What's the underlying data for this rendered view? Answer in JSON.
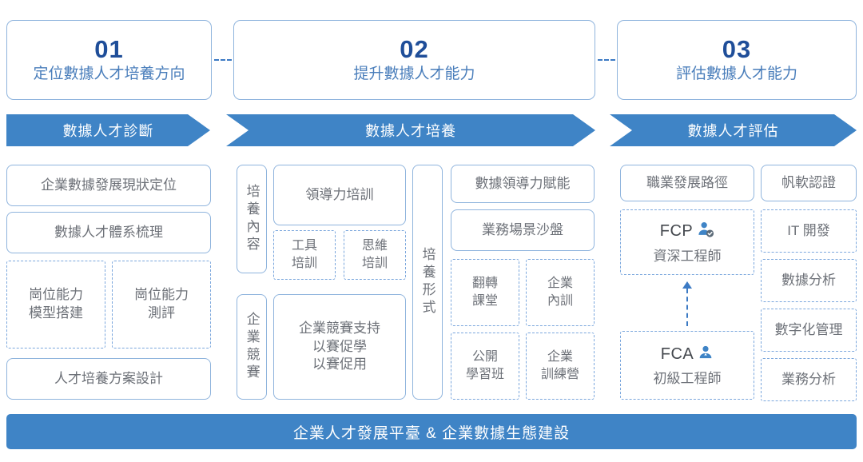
{
  "steps": [
    {
      "number": "01",
      "title": "定位數據人才培養方向"
    },
    {
      "number": "02",
      "title": "提升數據人才能力"
    },
    {
      "number": "03",
      "title": "評估數據人才能力"
    }
  ],
  "banners": [
    {
      "label": "數據人才診斷"
    },
    {
      "label": "數據人才培養"
    },
    {
      "label": "數據人才評估"
    }
  ],
  "column1": {
    "items": [
      {
        "label": "企業數據發展現狀定位"
      },
      {
        "label": "數據人才體系梳理"
      },
      {
        "label": "崗位能力\n模型搭建"
      },
      {
        "label": "崗位能力\n測評"
      },
      {
        "label": "人才培養方案設計"
      }
    ],
    "item1": "企業數據發展現狀定位",
    "item2": "數據人才體系梳理",
    "item3_line1": "崗位能力",
    "item3_line2": "模型搭建",
    "item4_line1": "崗位能力",
    "item4_line2": "測評",
    "item5": "人才培養方案設計"
  },
  "column2": {
    "group_a_label": "培養內容",
    "group_b_label": "企業競賽",
    "group_c_label": "培養形式",
    "leadership_training": "領導力培訓",
    "tool_training_line1": "工具",
    "tool_training_line2": "培訓",
    "mindset_training_line1": "思維",
    "mindset_training_line2": "培訓",
    "competition_line1": "企業競賽支持",
    "competition_line2": "以賽促學",
    "competition_line3": "以賽促用",
    "data_leadership": "數據領導力賦能",
    "business_sandbox": "業務場景沙盤",
    "flipped_class_line1": "翻轉",
    "flipped_class_line2": "課堂",
    "inhouse_line1": "企業",
    "inhouse_line2": "內訓",
    "public_class_line1": "公開",
    "public_class_line2": "學習班",
    "bootcamp_line1": "企業",
    "bootcamp_line2": "訓練營"
  },
  "column3": {
    "career_path": "職業發展路徑",
    "certification": "帆軟認證",
    "fcp": {
      "code": "FCP",
      "role": "資深工程師",
      "icon": "person-verified-icon"
    },
    "fca": {
      "code": "FCA",
      "role": "初級工程師",
      "icon": "person-icon"
    },
    "tracks": [
      {
        "label": "IT 開發"
      },
      {
        "label": "數據分析"
      },
      {
        "label": "數字化管理"
      },
      {
        "label": "業務分析"
      }
    ],
    "track1": "IT 開發",
    "track2": "數據分析",
    "track3": "數字化管理",
    "track4": "業務分析"
  },
  "footer": {
    "label": "企業人才發展平臺 & 企業數據生態建設"
  },
  "colors": {
    "accent_blue": "#3f84c6",
    "number_blue": "#1f4e99",
    "title_blue": "#4a7ebb",
    "border_blue": "#8fb4dd",
    "dashed_blue": "#7ba7dd",
    "text_gray": "#6d7178",
    "background": "#ffffff"
  }
}
